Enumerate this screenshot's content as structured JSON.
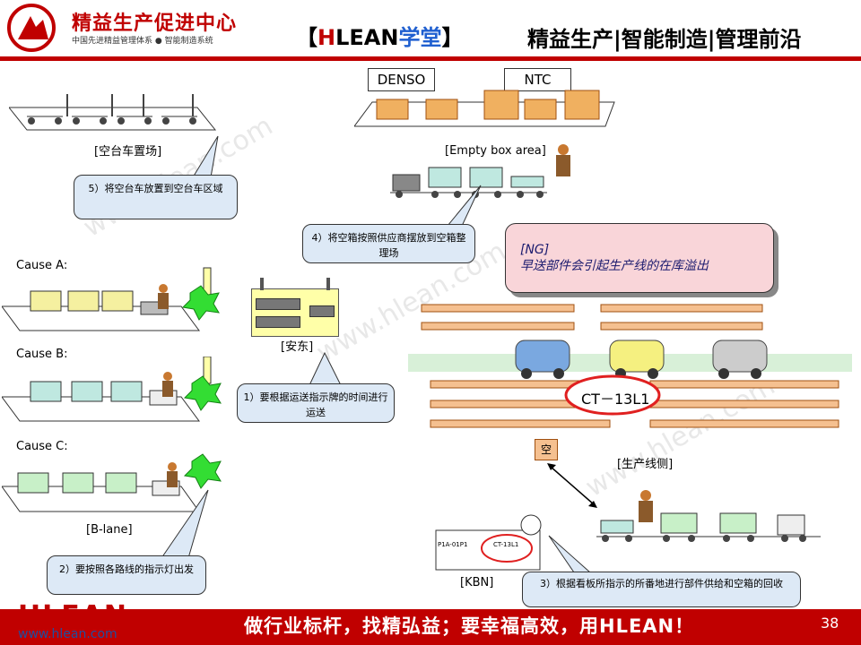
{
  "header": {
    "brand_title": "精益生产促进中心",
    "brand_sub": "中国先进精益管理体系 ● 智能制造系统",
    "hlean_open": "【",
    "hlean_h": "H",
    "hlean_lean": "LEAN",
    "hlean_xuetang": "学堂",
    "hlean_close": "】",
    "tagline": "精益生产|智能制造|管理前沿"
  },
  "labels": {
    "empty_cart_area": "[空台车置场]",
    "empty_box_area": "[Empty box area]",
    "cause_a": "Cause A:",
    "cause_b": "Cause B:",
    "cause_c": "Cause C:",
    "andon": "[安东]",
    "b_lane": "[B-lane]",
    "line_side": "[生产线侧]",
    "kbn": "[KBN]",
    "denso": "DENSO",
    "ntc": "NTC",
    "ct_code": "CT－13L1",
    "empty_mark": "空",
    "kbn_card_a": "P1A-01P1",
    "kbn_card_b": "CT-13L1"
  },
  "callouts": {
    "c5": "5）将空台车放置到空台车区域",
    "c4": "4）将空箱按照供应商摆放到空箱整理场",
    "c1": "1）要根据运送指示牌的时间进行运送",
    "c2": "2）要按照各路线的指示灯出发",
    "c3": "3）根据看板所指示的所番地进行部件供给和空箱的回收"
  },
  "ng": {
    "tag": "[NG]",
    "text": "早送部件会引起生产线的在库溢出"
  },
  "watermark": "www.hlean.com",
  "footer": {
    "logo": "HLEAN",
    "url": "www.hlean.com",
    "slogan": "做行业标杆，找精弘益；要幸福高效，用HLEAN！",
    "page": "38"
  }
}
